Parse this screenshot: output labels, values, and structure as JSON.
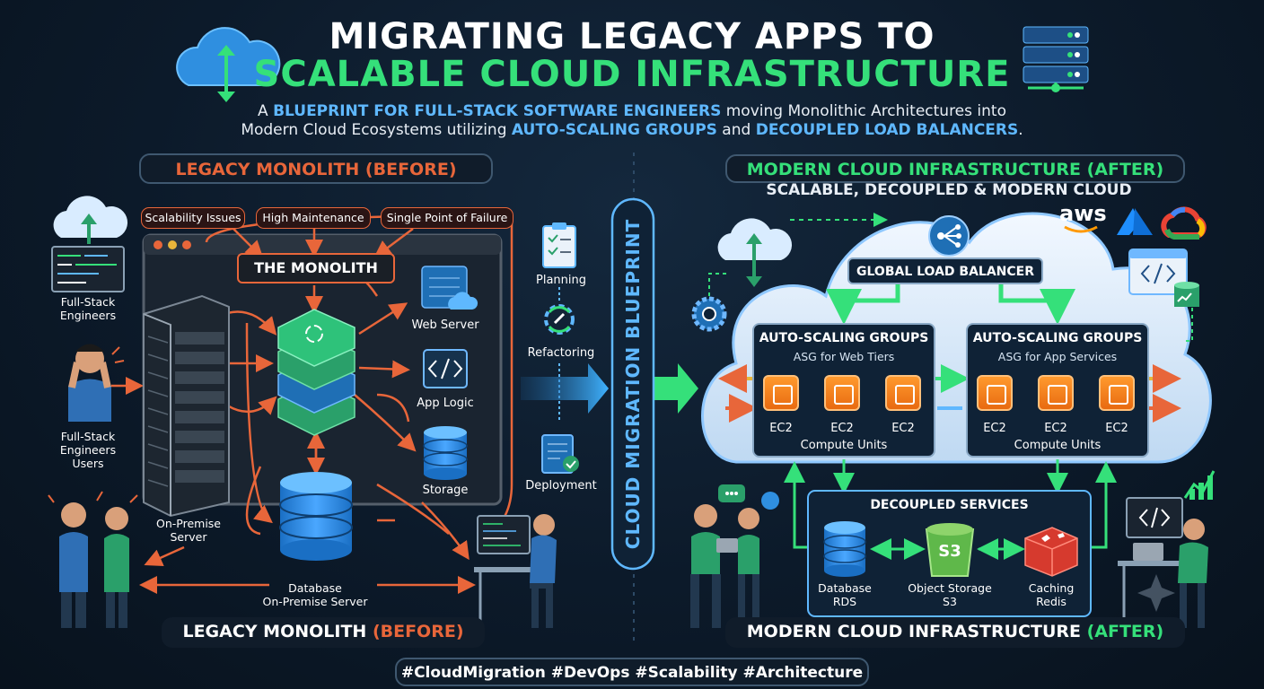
{
  "header": {
    "title_line1": "MIGRATING LEGACY APPS TO",
    "title_line2": "SCALABLE CLOUD INFRASTRUCTURE",
    "subtitle_line1_pre": "A ",
    "subtitle_line1_highlight": "BLUEPRINT FOR FULL-STACK SOFTWARE ENGINEERS",
    "subtitle_line1_post": " moving Monolithic Architectures into",
    "subtitle_line2_pre": "Modern Cloud Ecosystems utilizing ",
    "subtitle_line2_hl1": "AUTO-SCALING GROUPS",
    "subtitle_line2_mid": " and ",
    "subtitle_line2_hl2": "DECOUPLED LOAD BALANCERS",
    "subtitle_line2_post": "."
  },
  "legacy": {
    "heading": "LEGACY MONOLITH (BEFORE)",
    "footer_pre": "LEGACY MONOLITH ",
    "footer_hl": "(BEFORE)",
    "issues": [
      "Scalability Issues",
      "High Maintenance",
      "Single Point of Failure"
    ],
    "monolith_label": "THE MONOLITH",
    "full_stack_engineers": "Full-Stack\nEngineers",
    "engineers_users": "Full-Stack\nEngineers\nUsers",
    "on_prem_server": "On-Premise\nServer",
    "database": "Database\nOn-Premise Server",
    "web_server": "Web Server",
    "app_logic": "App Logic",
    "storage": "Storage"
  },
  "blueprint": {
    "vertical_label": "CLOUD MIGRATION BLUEPRINT",
    "steps": [
      "Planning",
      "Refactoring",
      "Deployment"
    ]
  },
  "modern": {
    "heading": "MODERN CLOUD INFRASTRUCTURE (AFTER)",
    "subheading": "SCALABLE, DECOUPLED & MODERN CLOUD",
    "footer_pre": "MODERN CLOUD INFRASTRUCTURE ",
    "footer_hl": "(AFTER)",
    "aws": "aws",
    "load_balancer": "GLOBAL LOAD BALANCER",
    "asg_title": "AUTO-SCALING GROUPS",
    "asg_web": "ASG for Web Tiers",
    "asg_app": "ASG for App Services",
    "ec2": "EC2",
    "compute_units": "Compute Units",
    "decoupled": "DECOUPLED SERVICES",
    "s3_badge": "S3",
    "db": "Database\nRDS",
    "object_storage": "Object Storage\nS3",
    "caching": "Caching\nRedis"
  },
  "hashtags": "#CloudMigration #DevOps #Scalability #Architecture",
  "colors": {
    "accent_green": "#35e07a",
    "accent_blue": "#5fb8ff",
    "legacy_orange": "#e8663a",
    "panel_border": "#3f5870"
  }
}
